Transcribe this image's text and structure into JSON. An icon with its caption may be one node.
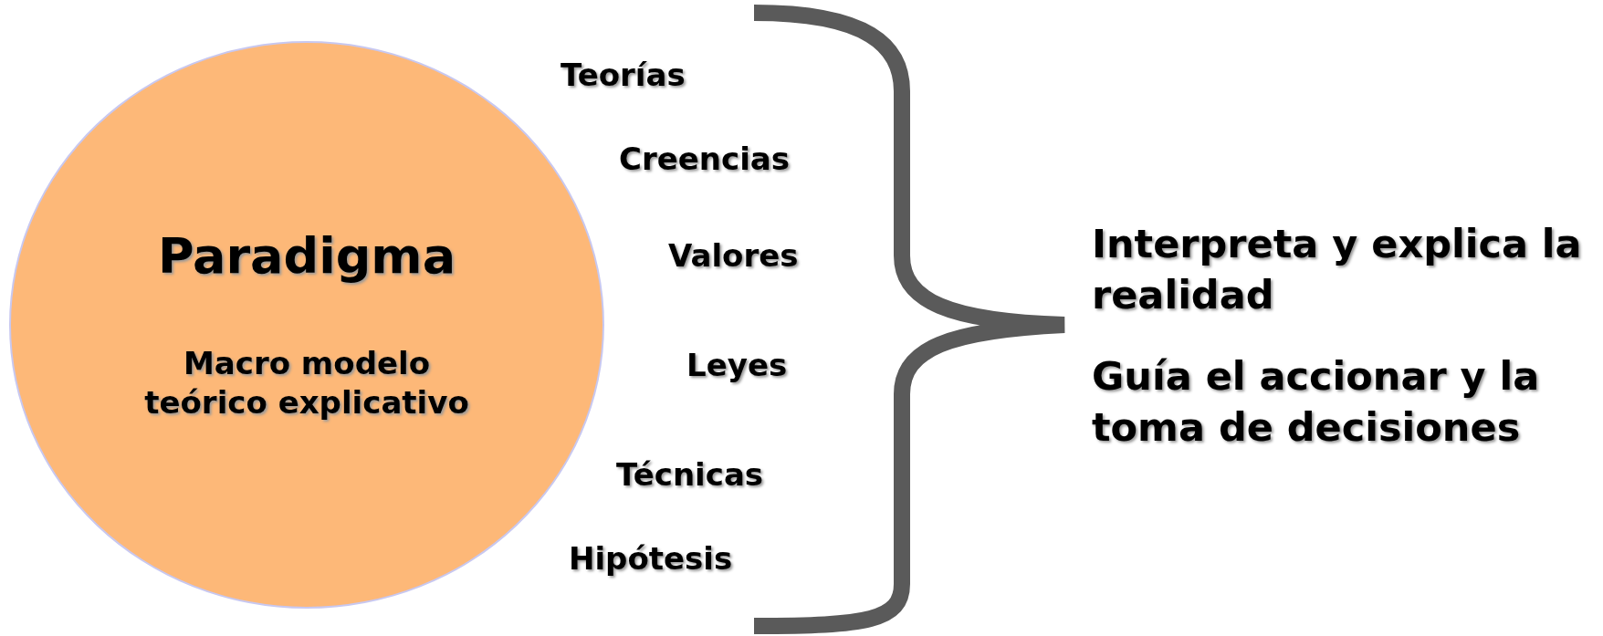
{
  "diagram": {
    "nodes": [
      {
        "text": [
          "Paradigma",
          "Macro modelo teórico explicativo"
        ]
      }
    ],
    "labels": [
      "Teorías",
      "Creencias",
      "Valores",
      "Leyes",
      "Técnicas",
      "Hipótesis",
      "Interpreta y explica la realidad",
      "Guía el accionar y la toma de decisiones"
    ]
  }
}
